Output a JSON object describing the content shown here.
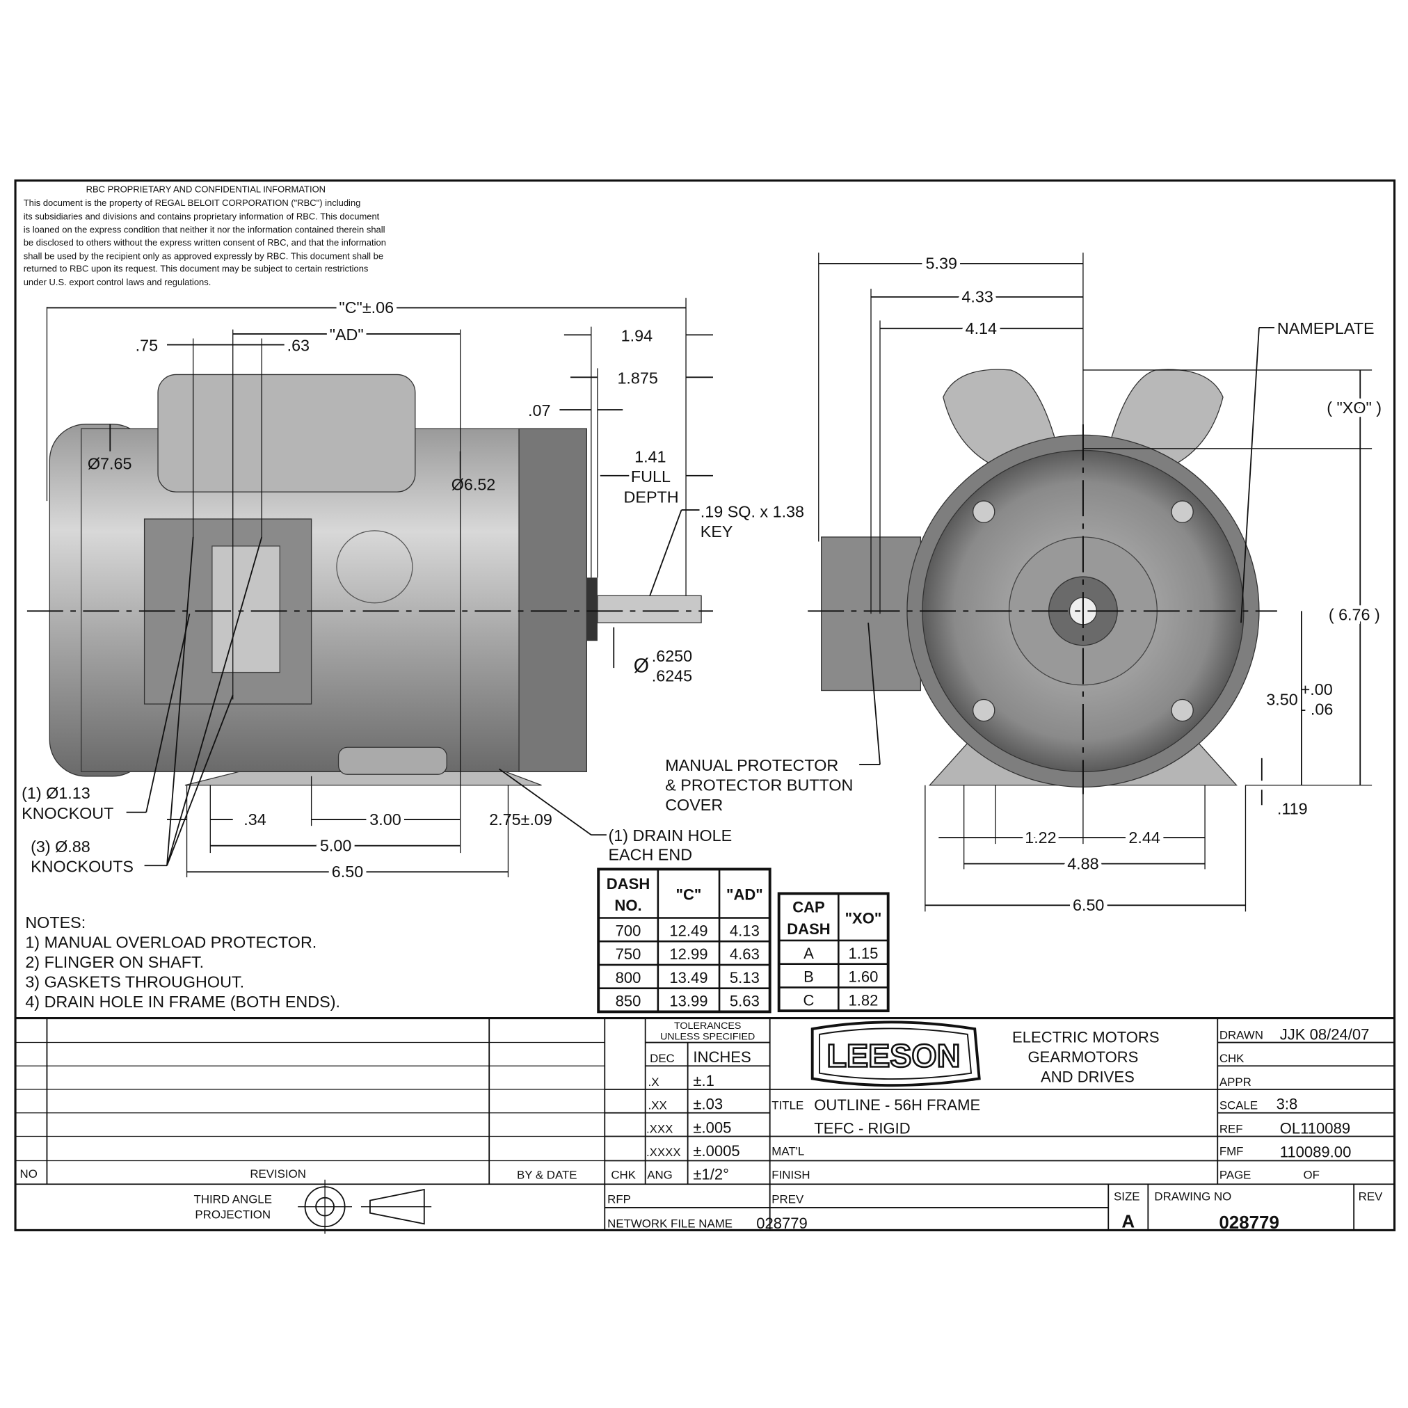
{
  "notice": {
    "title": "RBC PROPRIETARY AND CONFIDENTIAL INFORMATION",
    "lines": [
      "This document is the property of REGAL BELOIT CORPORATION (\"RBC\") including",
      "its subsidiaries and divisions and contains proprietary information of RBC.  This document",
      "is loaned on the express condition that neither it nor the information contained therein shall",
      "be disclosed to others without the express written consent of RBC, and that the information",
      "shall be used by the recipient only as approved expressly by RBC.  This document shall be",
      "returned to RBC upon its request.  This document may be subject to certain restrictions",
      "under U.S. export control laws and regulations."
    ]
  },
  "side_view": {
    "c_dim": "\"C\"±.06",
    "ad_dim": "\"AD\"",
    "d075": ".75",
    "d063": ".63",
    "d194": "1.94",
    "d1875": "1.875",
    "d007": ".07",
    "d141": [
      "1.41",
      "FULL",
      "DEPTH"
    ],
    "key": [
      ".19 SQ. x 1.38",
      "KEY"
    ],
    "dia765": "Ø7.65",
    "dia652": "Ø6.52",
    "shaft_dia": [
      "Ø",
      ".6250",
      ".6245"
    ],
    "knockout1": [
      "(1) Ø1.13",
      "KNOCKOUT"
    ],
    "knockout3": [
      "(3) Ø.88",
      "KNOCKOUTS"
    ],
    "d034": ".34",
    "d300": "3.00",
    "d500": "5.00",
    "d650": "6.50",
    "d275": "2.75±.09",
    "drain": [
      "(1) DRAIN HOLE",
      "EACH END"
    ]
  },
  "end_view": {
    "d539": "5.39",
    "d433": "4.33",
    "d414": "4.14",
    "nameplate": "NAMEPLATE",
    "xo": "( \"XO\" )",
    "d676": "( 6.76 )",
    "d350": "3.50",
    "tol_plus": "+.00",
    "tol_minus": "- .06",
    "d119": ".119",
    "d122": "1.22",
    "d244": "2.44",
    "d488": "4.88",
    "d650": "6.50",
    "protector": [
      "MANUAL PROTECTOR",
      "& PROTECTOR BUTTON",
      "COVER"
    ]
  },
  "notes": [
    "NOTES:",
    "1) MANUAL OVERLOAD PROTECTOR.",
    "2) FLINGER ON SHAFT.",
    "3) GASKETS THROUGHOUT.",
    "4) DRAIN HOLE IN FRAME (BOTH ENDS)."
  ],
  "dash_table": {
    "headers": [
      [
        "DASH",
        "NO."
      ],
      [
        "\"C\""
      ],
      [
        "\"AD\""
      ]
    ],
    "rows": [
      [
        "700",
        "12.49",
        "4.13"
      ],
      [
        "750",
        "12.99",
        "4.63"
      ],
      [
        "800",
        "13.49",
        "5.13"
      ],
      [
        "850",
        "13.99",
        "5.63"
      ]
    ]
  },
  "cap_table": {
    "headers": [
      [
        "CAP",
        "DASH"
      ],
      [
        "\"XO\""
      ]
    ],
    "rows": [
      [
        "A",
        "1.15"
      ],
      [
        "B",
        "1.60"
      ],
      [
        "C",
        "1.82"
      ]
    ]
  },
  "title_block": {
    "no": "NO",
    "revision": "REVISION",
    "by_date": "BY & DATE",
    "chk": "CHK",
    "tolerances": [
      "TOLERANCES",
      "UNLESS SPECIFIED"
    ],
    "dec": "DEC",
    "inches": "INCHES",
    "tol_rows": [
      [
        ".X",
        "±.1"
      ],
      [
        ".XX",
        "±.03"
      ],
      [
        ".XXX",
        "±.005"
      ],
      [
        ".XXXX",
        "±.0005"
      ],
      [
        "ANG",
        "±1/2°"
      ]
    ],
    "logo": "LEESON",
    "company": [
      "ELECTRIC  MOTORS",
      "GEARMOTORS",
      "AND  DRIVES"
    ],
    "title_label": "TITLE",
    "title": [
      "OUTLINE - 56H FRAME",
      "TEFC - RIGID"
    ],
    "matl": "MAT'L",
    "finish": "FINISH",
    "drawn_label": "DRAWN",
    "drawn": "JJK 08/24/07",
    "chk_label": "CHK",
    "appr_label": "APPR",
    "scale_label": "SCALE",
    "scale": "3:8",
    "ref_label": "REF",
    "ref": "OL110089",
    "fmf_label": "FMF",
    "fmf": "110089.00",
    "page_label": "PAGE",
    "of_label": "OF",
    "projection": [
      "THIRD ANGLE",
      "PROJECTION"
    ],
    "rfp": "RFP",
    "prev": "PREV",
    "network_label": "NETWORK FILE NAME",
    "network": "028779",
    "size_label": "SIZE",
    "size": "A",
    "drawing_no_label": "DRAWING NO",
    "drawing_no": "028779",
    "rev_label": "REV"
  }
}
